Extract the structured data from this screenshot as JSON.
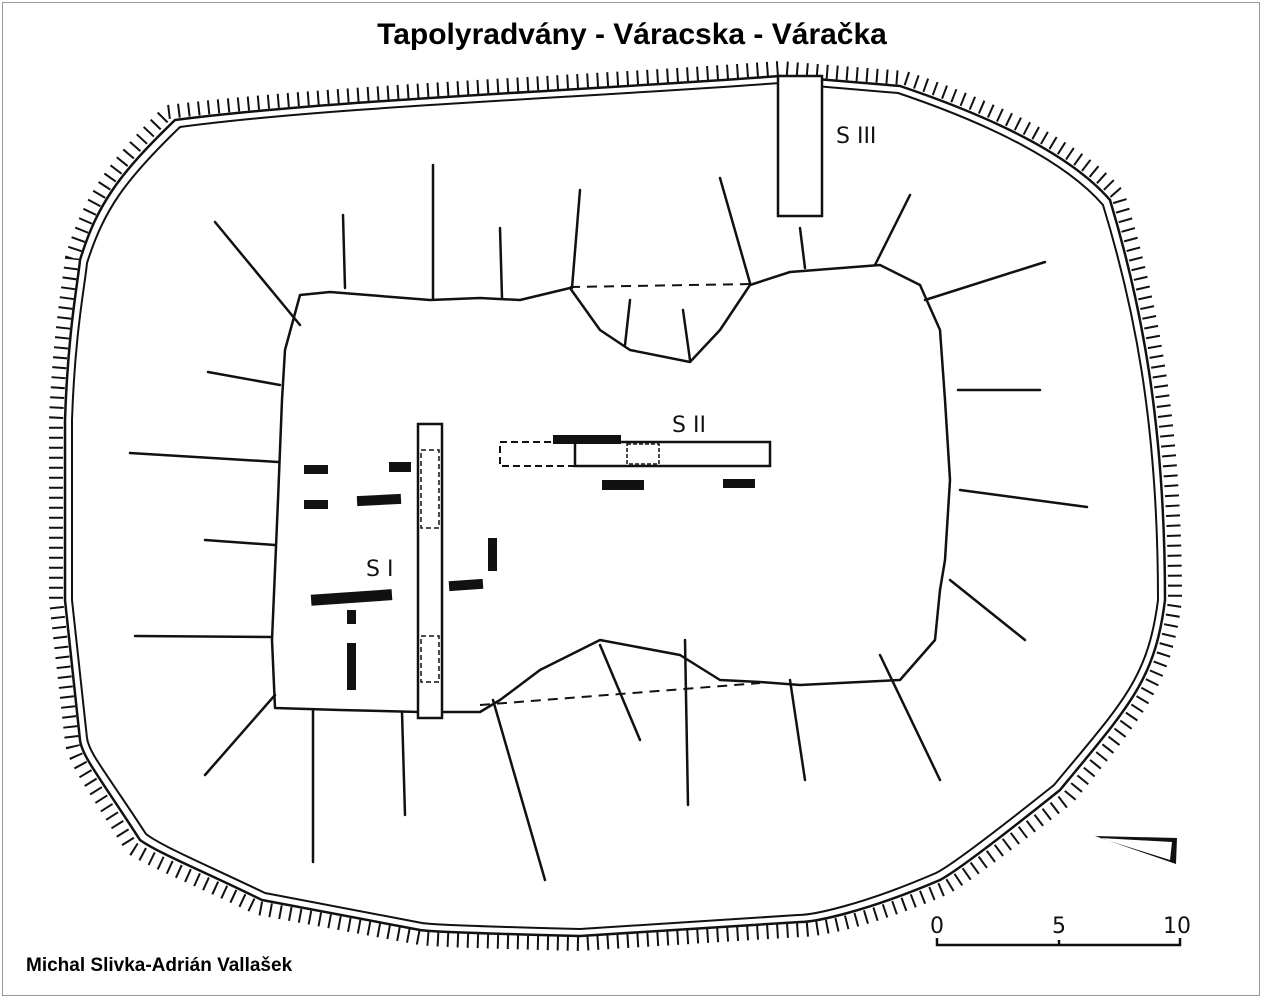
{
  "title": "Tapolyradvány - Városcska - Váračka",
  "credit": "Michal Slivka-Adrián Vallašek",
  "labels": {
    "s1": "S I",
    "s2": "S II",
    "s3": "S III"
  },
  "scale": {
    "zero": "0",
    "mid": "5",
    "max": "10"
  }
}
